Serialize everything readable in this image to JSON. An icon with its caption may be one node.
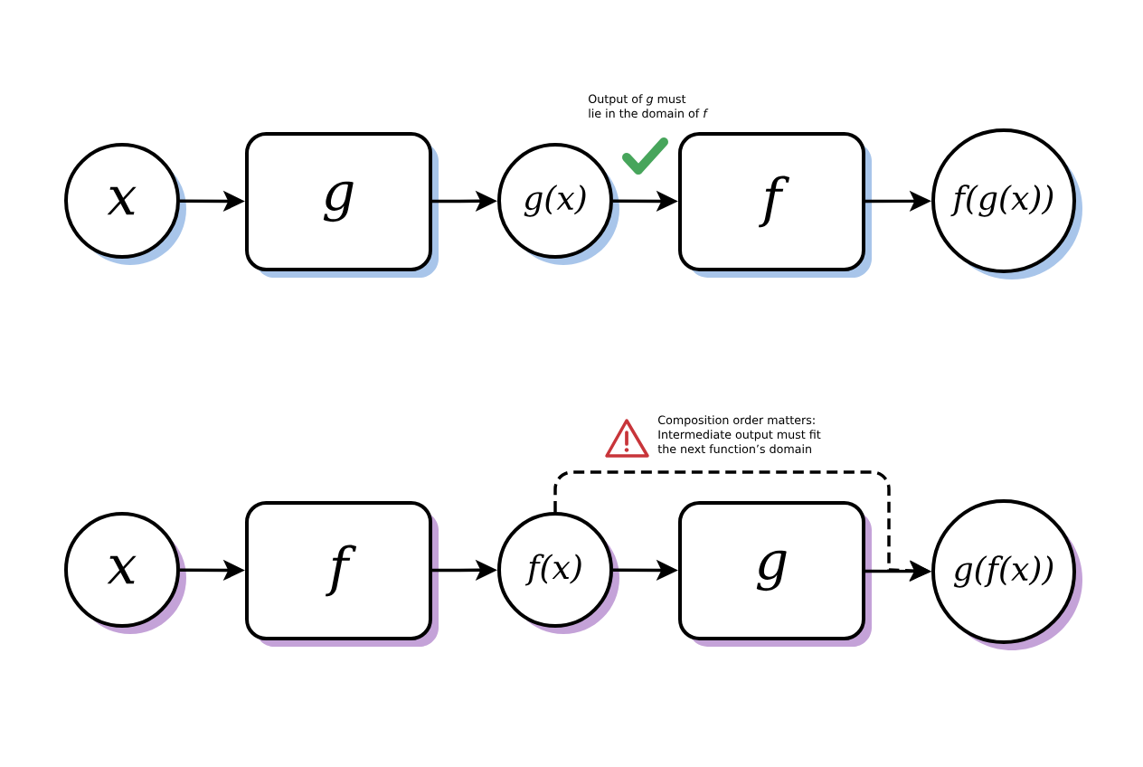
{
  "diagram": {
    "nodes": [
      {
        "text": [
          "x"
        ]
      },
      {
        "text": [
          "g"
        ]
      },
      {
        "text": [
          "g(x)"
        ]
      },
      {
        "text": [
          "f"
        ]
      },
      {
        "text": [
          "f(g(x))"
        ]
      },
      {
        "text": [
          "x"
        ]
      },
      {
        "text": [
          "f"
        ]
      },
      {
        "text": [
          "f(x)"
        ]
      },
      {
        "text": [
          "g"
        ]
      },
      {
        "text": [
          "g(f(x))"
        ]
      }
    ],
    "edges": [
      {
        "from": 0,
        "to": 1,
        "arrow": "to"
      },
      {
        "from": 1,
        "to": 2,
        "arrow": "to"
      },
      {
        "from": 2,
        "to": 3,
        "arrow": "to"
      },
      {
        "from": 3,
        "to": 4,
        "arrow": "to"
      },
      {
        "from": 5,
        "to": 6,
        "arrow": "to"
      },
      {
        "from": 6,
        "to": 7,
        "arrow": "to"
      },
      {
        "from": 7,
        "to": 8,
        "arrow": "to"
      },
      {
        "from": 8,
        "to": 9,
        "arrow": "to"
      },
      {
        "from": 7,
        "to": 9,
        "arrow": "to",
        "style": "dashed"
      }
    ],
    "labels": [
      "Output of *g* must lie in the domain of *f*",
      "Composition order matters: Intermediate output must fit the next function’s domain"
    ]
  }
}
